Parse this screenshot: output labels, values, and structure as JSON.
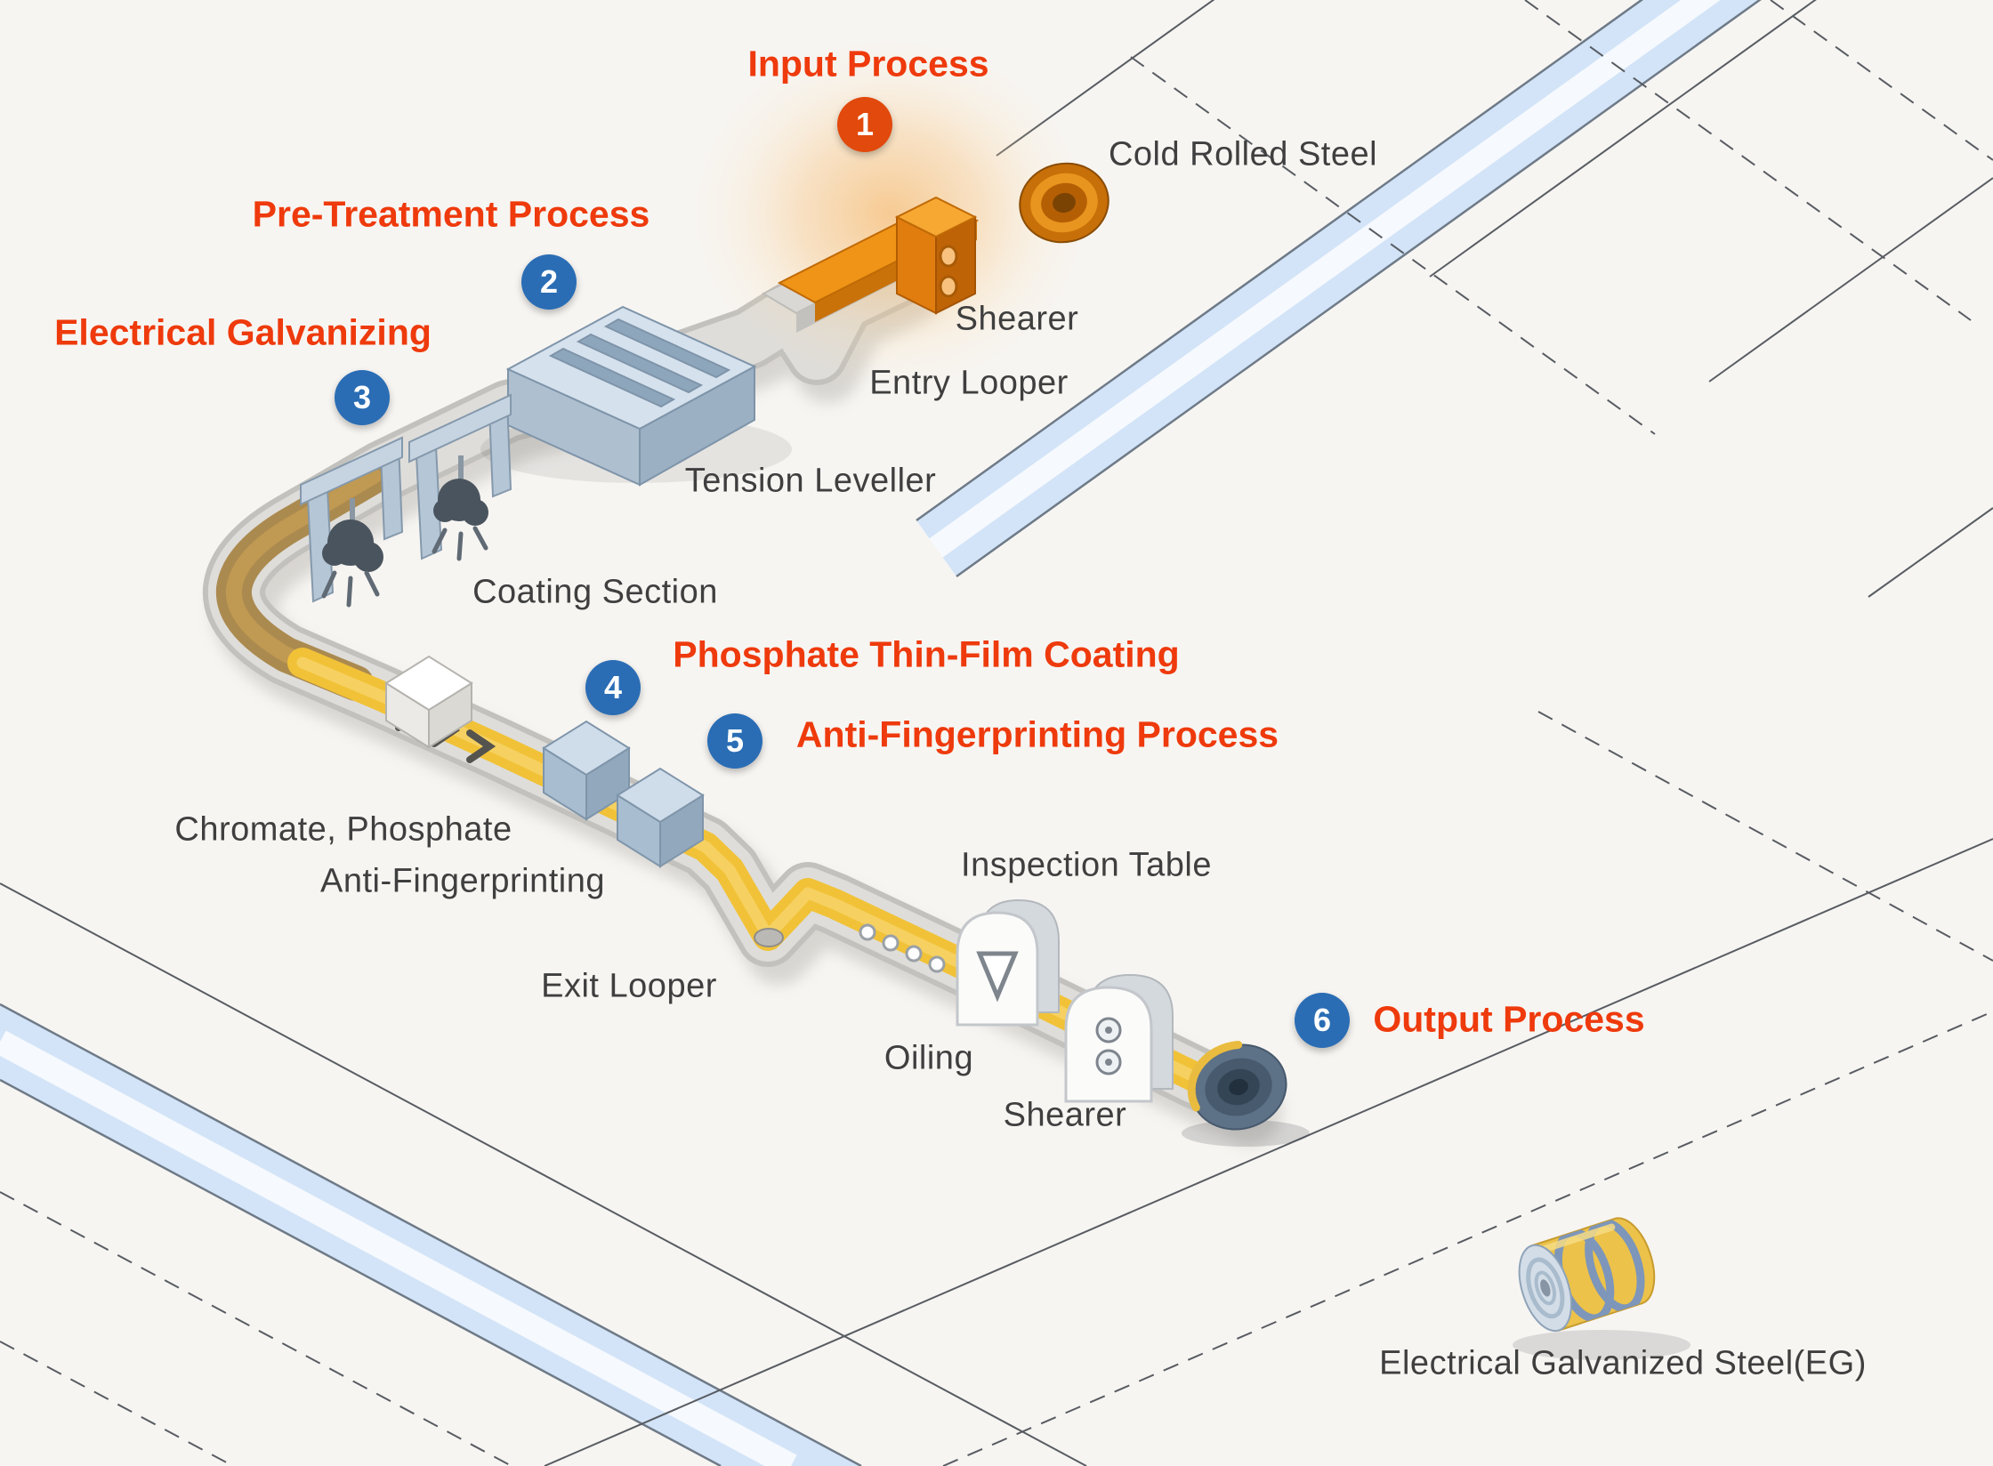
{
  "steps": {
    "input": {
      "num": "1",
      "label": "Input Process"
    },
    "pretreatment": {
      "num": "2",
      "label": "Pre-Treatment Process"
    },
    "galvanizing": {
      "num": "3",
      "label": "Electrical Galvanizing"
    },
    "phosphate": {
      "num": "4",
      "label": "Phosphate Thin-Film Coating"
    },
    "antifingerprint": {
      "num": "5",
      "label": "Anti-Fingerprinting Process"
    },
    "output": {
      "num": "6",
      "label": "Output Process"
    }
  },
  "equipment": {
    "cold_rolled_steel": "Cold Rolled Steel",
    "shearer_entry": "Shearer",
    "entry_looper": "Entry Looper",
    "tension_leveller": "Tension Leveller",
    "coating_section": "Coating Section",
    "chromate_phosphate": "Chromate, Phosphate",
    "anti_fingerprinting": "Anti-Fingerprinting",
    "exit_looper": "Exit Looper",
    "inspection_table": "Inspection Table",
    "oiling": "Oiling",
    "shearer_exit": "Shearer",
    "eg_product": "Electrical Galvanized Steel(EG)"
  },
  "colors": {
    "step_label_red": "#ee3a0c",
    "badge_blue": "#2a6db5",
    "badge_orange": "#e2490c",
    "equipment_text": "#3f3f3f",
    "conveyor_yellow": "#f1c237",
    "machine_steel_blue": "#b9c9da",
    "input_machine_orange": "#e8870f",
    "floor_stripe_blue": "#d3e4f8"
  }
}
